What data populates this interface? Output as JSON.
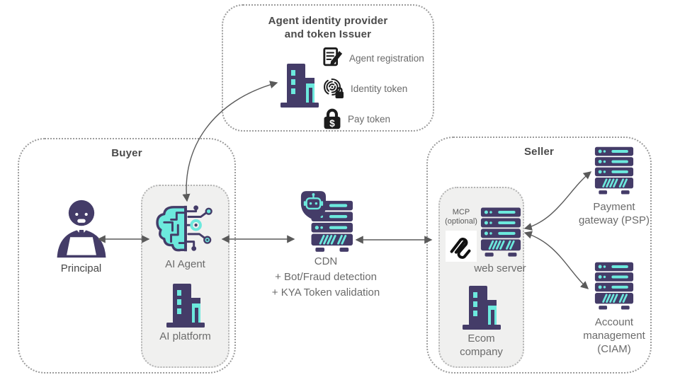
{
  "colors": {
    "purple": "#443c68",
    "cyan": "#6ce9dd",
    "icon_black": "#1c1c1c",
    "arrow_gray": "#5a5a5a",
    "heading_gray": "#4a4a4a",
    "label_gray": "#6b6b6b",
    "inner_box_bg": "#f0f0ef"
  },
  "identity_provider": {
    "title_line1": "Agent identity provider",
    "title_line2": "and token Issuer",
    "building_icon": "office-building-icon",
    "items": [
      {
        "icon": "document-pen-icon",
        "label": "Agent registration"
      },
      {
        "icon": "fingerprint-lock-icon",
        "label": "Identity token"
      },
      {
        "icon": "padlock-dollar-icon",
        "label": "Pay token",
        "glyph": "$"
      }
    ]
  },
  "buyer": {
    "title": "Buyer",
    "principal_label": "Principal",
    "agent_platform_group": {
      "ai_agent_label": "AI Agent",
      "ai_platform_label": "AI platform"
    }
  },
  "cdn": {
    "label": "CDN",
    "feature_line1": "+ Bot/Fraud detection",
    "feature_line2": "+ KYA Token validation"
  },
  "seller": {
    "title": "Seller",
    "mcp_label": "MCP",
    "mcp_note": "(optional)",
    "web_server_label": "web server",
    "ecom_line1": "Ecom",
    "ecom_line2": "company",
    "payment_gateway_line1": "Payment",
    "payment_gateway_line2": "gateway (PSP)",
    "account_line1": "Account",
    "account_line2": "management",
    "account_line3": "(CIAM)"
  }
}
